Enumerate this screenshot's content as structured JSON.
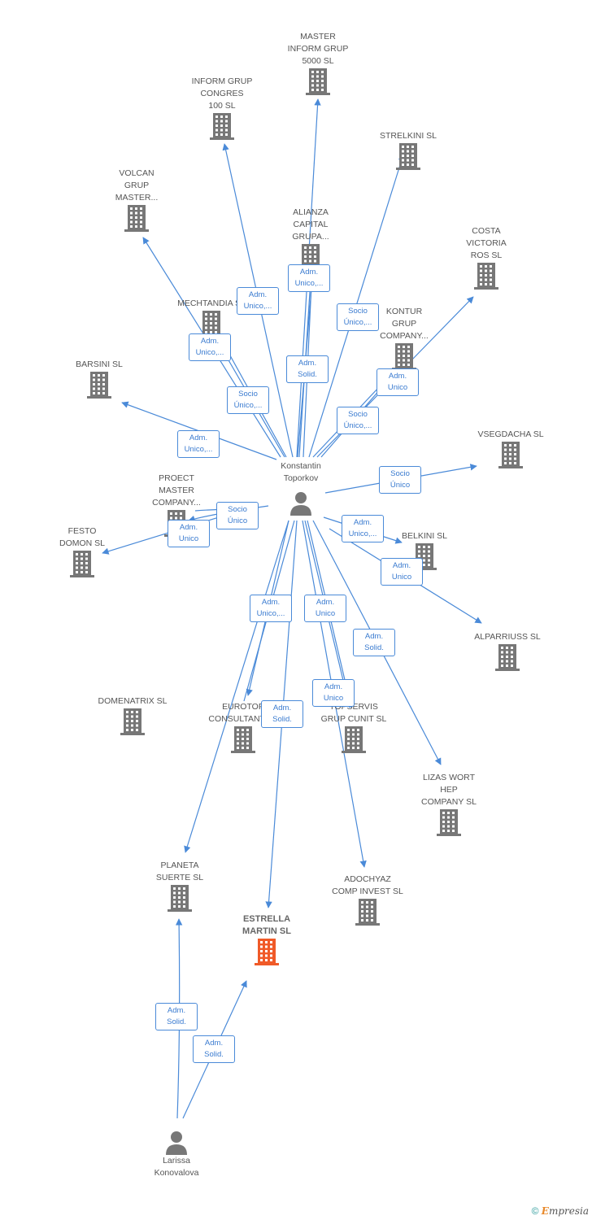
{
  "colors": {
    "edge": "#4a8ad8",
    "company_icon": "#777777",
    "focus_icon": "#f05a28",
    "person_icon": "#777777"
  },
  "people": [
    {
      "id": "p1",
      "label": "Konstantin\nToporkov",
      "icon": "person-icon"
    },
    {
      "id": "p2",
      "label": "Larissa\nKonovalova",
      "icon": "person-icon"
    }
  ],
  "companies": [
    {
      "id": "master",
      "label": "MASTER\nINFORM GRUP\n5000  SL"
    },
    {
      "id": "inform",
      "label": "INFORM GRUP\nCONGRES\n100  SL"
    },
    {
      "id": "strelkini",
      "label": "STRELKINI  SL"
    },
    {
      "id": "volcan",
      "label": "VOLCAN\nGRUP\nMASTER..."
    },
    {
      "id": "alianza",
      "label": "ALIANZA\nCAPITAL\nGRUPA..."
    },
    {
      "id": "costa",
      "label": "COSTA\nVICTORIA\nROS  SL"
    },
    {
      "id": "mechtandia",
      "label": "MECHTANDIA SL"
    },
    {
      "id": "kontur",
      "label": "KONTUR\nGRUP\nCOMPANY..."
    },
    {
      "id": "barsini",
      "label": "BARSINI  SL"
    },
    {
      "id": "vsegdacha",
      "label": "VSEGDACHA SL"
    },
    {
      "id": "proect",
      "label": "PROECT\nMASTER\nCOMPANY..."
    },
    {
      "id": "festo",
      "label": "FESTO\nDOMON SL"
    },
    {
      "id": "belkini",
      "label": "BELKINI SL"
    },
    {
      "id": "alparriuss",
      "label": "ALPARRIUSS SL"
    },
    {
      "id": "domenatrix",
      "label": "DOMENATRIX SL"
    },
    {
      "id": "eurotop",
      "label": "EUROTOP\nCONSULTANT SL"
    },
    {
      "id": "topservis",
      "label": "TOPSERVIS\nGRUP CUNIT  SL"
    },
    {
      "id": "lizas",
      "label": "LIZAS WORT\nHEP\nCOMPANY SL"
    },
    {
      "id": "planeta",
      "label": "PLANETA\nSUERTE SL"
    },
    {
      "id": "estrella",
      "label": "ESTRELLA\nMARTIN SL",
      "focus": true
    },
    {
      "id": "adochyaz",
      "label": "ADOCHYAZ\nCOMP INVEST SL"
    }
  ],
  "relations": [
    {
      "line1": "Adm.",
      "line2": "Unico,..."
    },
    {
      "line1": "Adm.",
      "line2": "Unico,..."
    },
    {
      "line1": "Socio",
      "line2": "Único,..."
    },
    {
      "line1": "Adm.",
      "line2": "Unico,..."
    },
    {
      "line1": "Adm.",
      "line2": "Solid."
    },
    {
      "line1": "Adm.",
      "line2": "Unico"
    },
    {
      "line1": "Socio",
      "line2": "Único,..."
    },
    {
      "line1": "Adm.",
      "line2": "Unico,..."
    },
    {
      "line1": "Socio",
      "line2": "Único,..."
    },
    {
      "line1": "Socio",
      "line2": "Único"
    },
    {
      "line1": "Socio",
      "line2": "Único"
    },
    {
      "line1": "Adm.",
      "line2": "Unico"
    },
    {
      "line1": "Adm.",
      "line2": "Unico,..."
    },
    {
      "line1": "Adm.",
      "line2": "Unico"
    },
    {
      "line1": "Adm.",
      "line2": "Unico,..."
    },
    {
      "line1": "Adm.",
      "line2": "Solid."
    },
    {
      "line1": "Adm.",
      "line2": "Unico,..."
    },
    {
      "line1": "Adm.",
      "line2": "Unico"
    },
    {
      "line1": "Adm.",
      "line2": "Solid."
    },
    {
      "line1": "Adm.",
      "line2": "Unico"
    },
    {
      "line1": "Adm.",
      "line2": "Solid."
    },
    {
      "line1": "Adm.",
      "line2": "Solid."
    },
    {
      "line1": "Adm.",
      "line2": "Solid."
    }
  ],
  "footer": {
    "copyright": "©",
    "brand_initial": "E",
    "brand_rest": "mpresia"
  }
}
